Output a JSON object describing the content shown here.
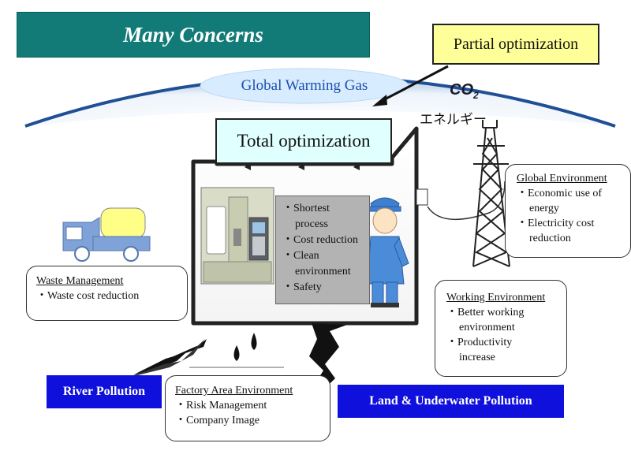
{
  "title": "Many Concerns",
  "partial_optimization": "Partial optimization",
  "global_warming_gas": "Global Warming Gas",
  "co2": {
    "main": "CO",
    "sub": "2"
  },
  "energy_jp": "エネルギー",
  "total_optimization": "Total optimization",
  "factory_measures": [
    {
      "bullet": "・",
      "lines": [
        "Shortest",
        "process"
      ]
    },
    {
      "bullet": "・",
      "lines": [
        "Cost reduction"
      ]
    },
    {
      "bullet": "・",
      "lines": [
        "Clean",
        "environment"
      ]
    },
    {
      "bullet": "・",
      "lines": [
        "Safety"
      ]
    }
  ],
  "waste_management": {
    "heading": "Waste Management",
    "item1": "・Waste cost reduction"
  },
  "global_environment": {
    "heading": "Global Environment",
    "item1": "・Economic use of",
    "item1b": "energy",
    "item2": "・Electricity cost",
    "item2b": "reduction"
  },
  "working_environment": {
    "heading": "Working Environment",
    "item1": "・Better working",
    "item1b": "environment",
    "item2": "・Productivity",
    "item2b": "increase"
  },
  "factory_area_environment": {
    "heading": "Factory Area Environment",
    "item1": "・Risk Management",
    "item2": "・Company Image"
  },
  "river_pollution": "River Pollution",
  "land_underwater_pollution": "Land & Underwater Pollution",
  "colors": {
    "title_bg": "#137b77",
    "partial_bg": "#ffff99",
    "total_bg": "#e0ffff",
    "sky_arc": "#1f4f95",
    "gas_ellipse": "#d8ecff",
    "pollution_blue": "#1010dd",
    "truck_body": "#7fa3d8",
    "truck_tank": "#ffff88",
    "worker_blue": "#4a8cd8"
  }
}
